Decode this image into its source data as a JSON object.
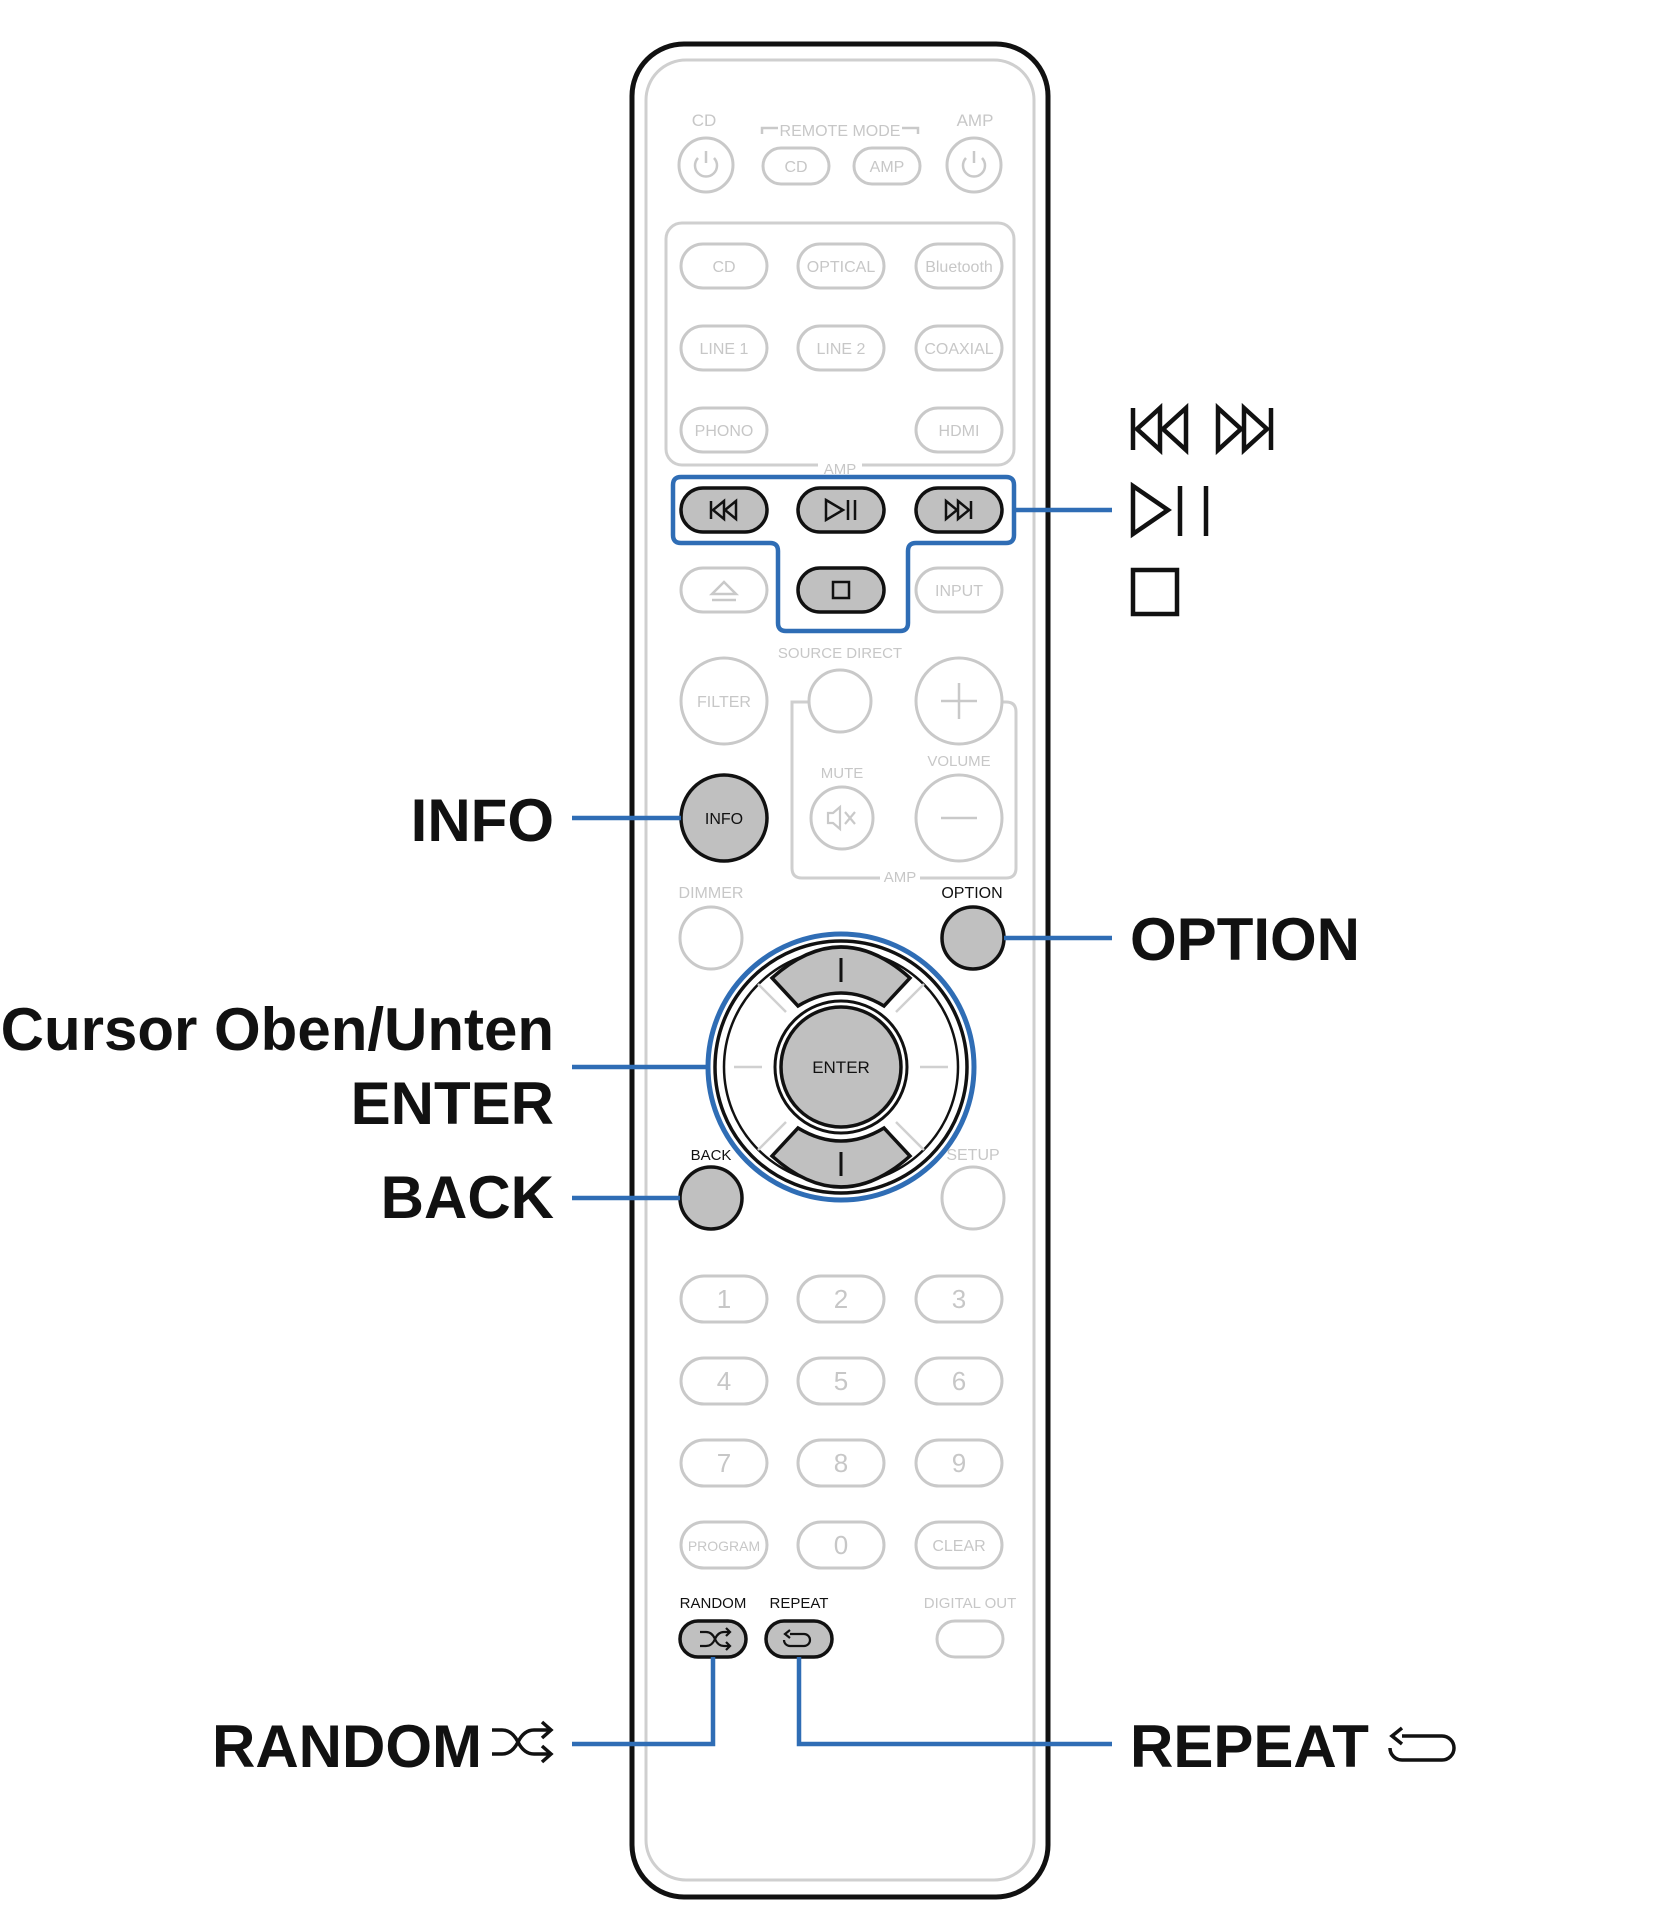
{
  "remote": {
    "top_labels": {
      "cd": "CD",
      "remote_mode": "REMOTE MODE",
      "amp": "AMP"
    },
    "mode_buttons": {
      "cd": "CD",
      "amp": "AMP"
    },
    "inputs": [
      "CD",
      "OPTICAL",
      "Bluetooth",
      "LINE 1",
      "LINE 2",
      "COAXIAL",
      "PHONO",
      "HDMI"
    ],
    "amp_label": "AMP",
    "input_button": "INPUT",
    "source_direct": "SOURCE DIRECT",
    "filter": "FILTER",
    "mute": "MUTE",
    "volume": "VOLUME",
    "amp_label_2": "AMP",
    "info": "INFO",
    "dimmer": "DIMMER",
    "option": "OPTION",
    "enter": "ENTER",
    "back": "BACK",
    "setup": "SETUP",
    "numbers": [
      "1",
      "2",
      "3",
      "4",
      "5",
      "6",
      "7",
      "8",
      "9"
    ],
    "program": "PROGRAM",
    "zero": "0",
    "clear": "CLEAR",
    "random": "RANDOM",
    "repeat": "REPEAT",
    "digital_out": "DIGITAL OUT"
  },
  "callouts": {
    "info": "INFO",
    "option": "OPTION",
    "cursor": "Cursor Oben/Unten",
    "enter": "ENTER",
    "back": "BACK",
    "random": "RANDOM",
    "repeat": "REPEAT"
  },
  "colors": {
    "leader": "#2f6db5",
    "highlight_fill": "#c0c0c0",
    "outline": "#111111",
    "faded": "#c9c9c9"
  },
  "icons": [
    "skip-back-icon",
    "skip-forward-icon",
    "play-pause-icon",
    "stop-icon",
    "shuffle-icon",
    "repeat-icon",
    "power-icon",
    "eject-icon",
    "mute-icon"
  ]
}
